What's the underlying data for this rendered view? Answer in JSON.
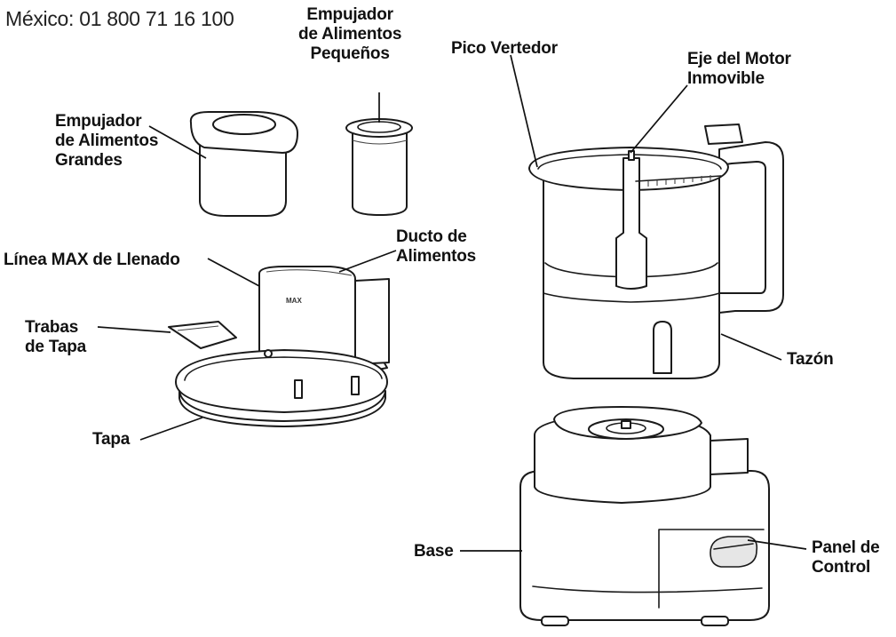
{
  "header": {
    "phone": "México: 01 800 71 16 100"
  },
  "labels": {
    "small_pusher": [
      "Empujador",
      "de Alimentos",
      "Pequeños"
    ],
    "large_pusher": [
      "Empujador",
      "de Alimentos",
      "Grandes"
    ],
    "pour_spout": [
      "Pico Vertedor"
    ],
    "motor_shaft": [
      "Eje del Motor",
      "Inmovible"
    ],
    "max_fill_line": [
      "Línea MAX de Llenado"
    ],
    "food_chute": [
      "Ducto de",
      "Alimentos"
    ],
    "lid_latches": [
      "Trabas",
      "de Tapa"
    ],
    "lid": [
      "Tapa"
    ],
    "bowl": [
      "Tazón"
    ],
    "base": [
      "Base"
    ],
    "control_panel": [
      "Panel de",
      "Control"
    ]
  },
  "max_mark": "MAX"
}
